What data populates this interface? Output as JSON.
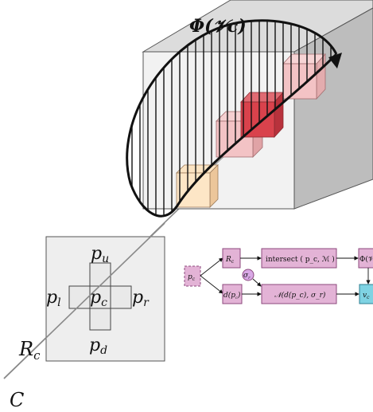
{
  "volume": {
    "label": "Φ(𝒱c)",
    "colors": {
      "cube_front": "#f2f2f2",
      "cube_top": "#dcdcdc",
      "cube_side": "#bdbdbd",
      "voxel_light": "#fde6c6",
      "voxel_pink": "#f3c3c5",
      "voxel_red": "#d9424c"
    }
  },
  "image_plane": {
    "pixels": {
      "up": "p_u",
      "left": "p_l",
      "center": "p_c",
      "right": "p_r",
      "down": "p_d"
    }
  },
  "ray": {
    "label": "R_c",
    "origin_label": "C"
  },
  "pipeline": {
    "input": "p_c",
    "ray": "R_c",
    "intersect": "intersect ( p_c, ℳ )",
    "depth": "d(p_c)",
    "sigma": "σ_r",
    "gaussian": "𝒩(d(p_c), σ_r)",
    "phi": "Φ(𝒱",
    "output": "v_c",
    "colors": {
      "pink_box": "#e3b3d6",
      "pink_border": "#8c4a7d",
      "output_box": "#7fd3e3",
      "sigma_circle": "#d9a8e6"
    }
  }
}
